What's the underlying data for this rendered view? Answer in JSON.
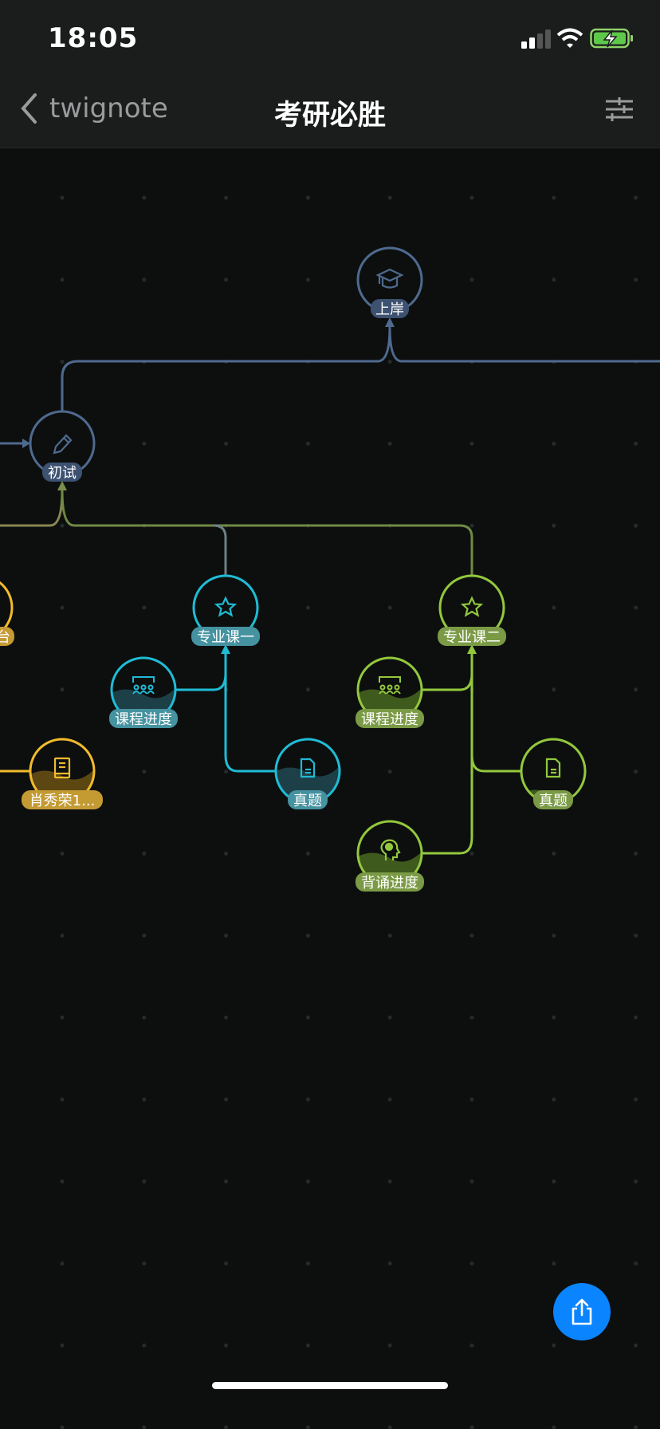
{
  "status_bar": {
    "time": "18:05"
  },
  "nav": {
    "back_label": "twignote",
    "title": "考研必胜"
  },
  "nodes": {
    "goal": {
      "label": "上岸",
      "icon": "graduation-cap-icon"
    },
    "exam": {
      "label": "初试",
      "icon": "pencil-icon"
    },
    "left_partial": {
      "label": "台",
      "icon": ""
    },
    "major1": {
      "label": "专业课一",
      "icon": "star-icon"
    },
    "major2": {
      "label": "专业课二",
      "icon": "star-icon"
    },
    "course1": {
      "label": "课程进度",
      "icon": "classroom-icon"
    },
    "course2": {
      "label": "课程进度",
      "icon": "classroom-icon"
    },
    "book": {
      "label": "肖秀荣1...",
      "icon": "book-icon"
    },
    "exam1": {
      "label": "真题",
      "icon": "document-icon"
    },
    "exam2": {
      "label": "真题",
      "icon": "document-icon"
    },
    "recite": {
      "label": "背诵进度",
      "icon": "head-brain-icon"
    }
  },
  "colors": {
    "blue": "#4f6a8f",
    "cyan": "#1fbcd4",
    "green": "#93c83c",
    "yellow": "#f2bb2c",
    "accent": "#0a84ff"
  }
}
